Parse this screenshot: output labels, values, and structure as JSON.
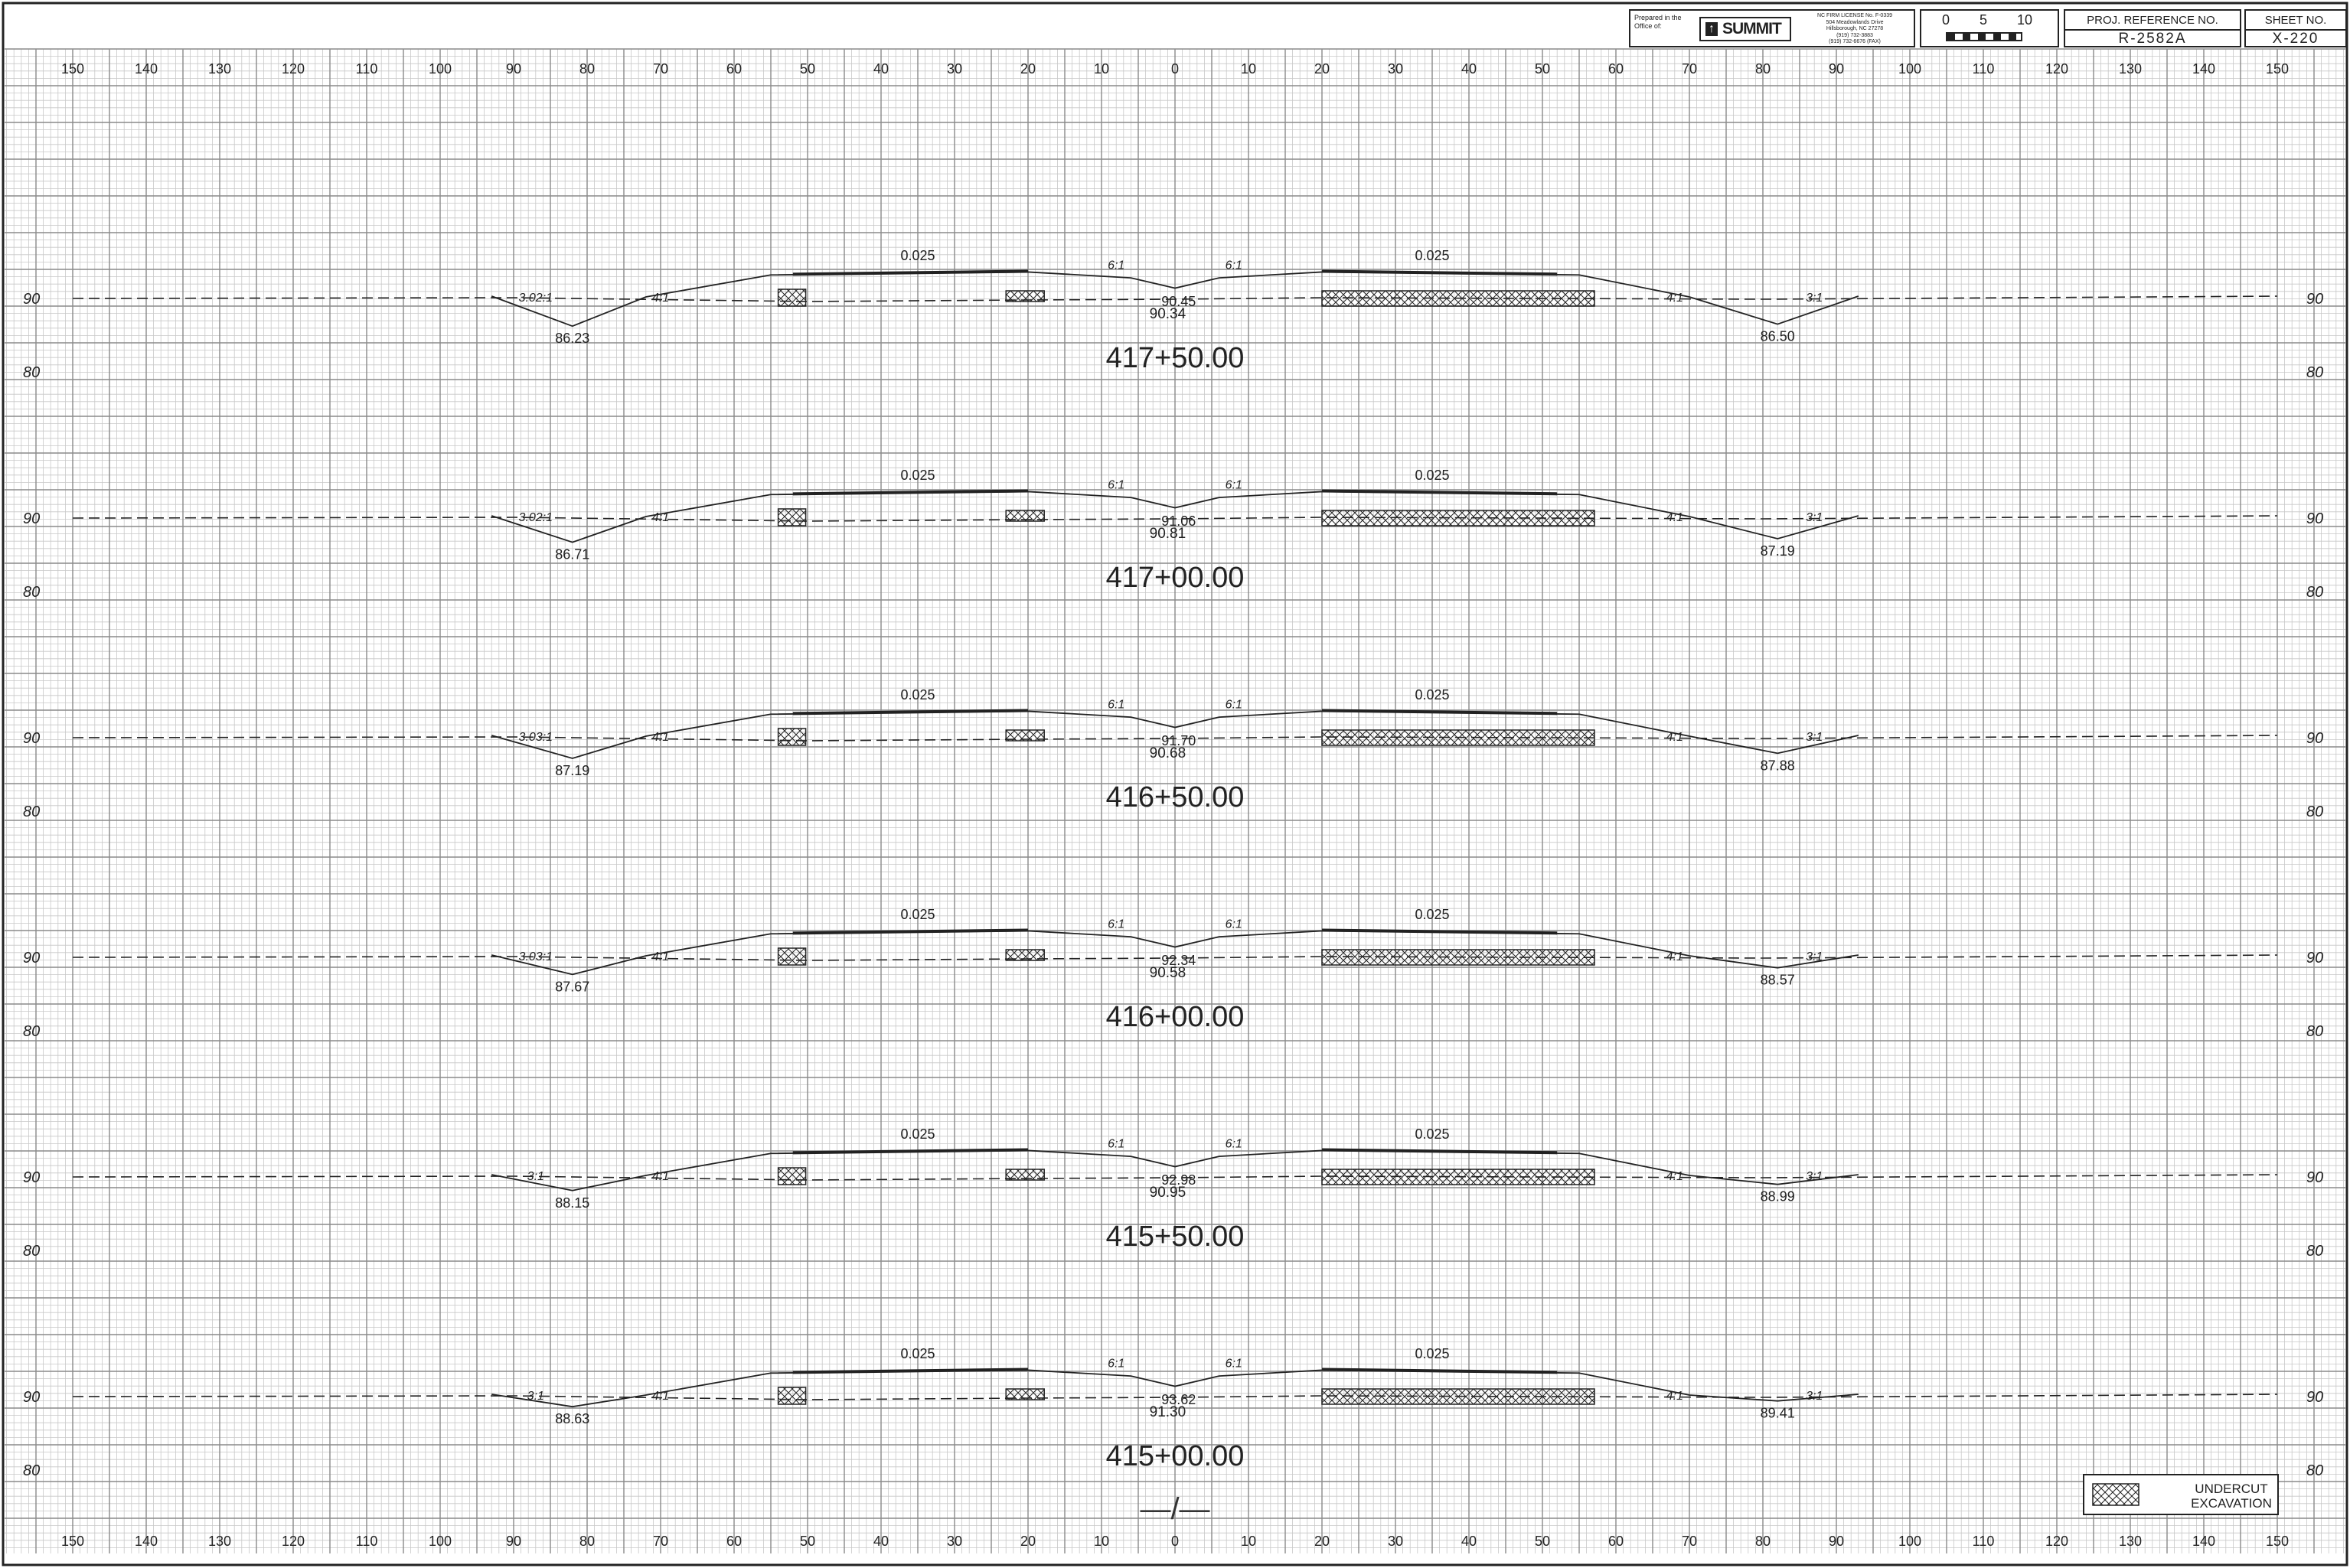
{
  "title_block": {
    "prepared_line1": "Prepared in the",
    "prepared_line2": "Office of:",
    "company_name": "SUMMIT",
    "license_lines": [
      "NC FIRM LICENSE No. F-0339",
      "504 Meadowlands Drive",
      "Hillsborough, NC 27278",
      "(919) 732-3883",
      "(919) 732-6676 (FAX)"
    ],
    "scale_labels": [
      "0",
      "5",
      "10"
    ],
    "proj_ref_label": "PROJ. REFERENCE NO.",
    "proj_ref_value": "R-2582A",
    "sheet_label": "SHEET NO.",
    "sheet_value": "X-220"
  },
  "offset_labels": [
    "150",
    "140",
    "130",
    "120",
    "110",
    "100",
    "90",
    "80",
    "70",
    "60",
    "50",
    "40",
    "30",
    "20",
    "10",
    "0",
    "10",
    "20",
    "30",
    "40",
    "50",
    "60",
    "70",
    "80",
    "90",
    "100",
    "110",
    "120",
    "130",
    "140",
    "150"
  ],
  "elevation_labels": [
    "90",
    "80"
  ],
  "sections": [
    {
      "station": "417+50.00",
      "cross_slope_left": "0.025",
      "cross_slope_right": "0.025",
      "slope_labels": [
        "3.02:1",
        "4:1",
        "6:1",
        "6:1",
        "4:1",
        "3:1"
      ],
      "elev_left_ditch": "86.23",
      "elev_center": "90.34",
      "elev_center_2": "90.45",
      "elev_right_ditch": "86.50"
    },
    {
      "station": "417+00.00",
      "cross_slope_left": "0.025",
      "cross_slope_right": "0.025",
      "slope_labels": [
        "3.02:1",
        "4:1",
        "6:1",
        "6:1",
        "4:1",
        "3:1"
      ],
      "elev_left_ditch": "86.71",
      "elev_center": "90.81",
      "elev_center_2": "91.06",
      "elev_right_ditch": "87.19"
    },
    {
      "station": "416+50.00",
      "cross_slope_left": "0.025",
      "cross_slope_right": "0.025",
      "slope_labels": [
        "3.03:1",
        "4:1",
        "6:1",
        "6:1",
        "4:1",
        "3:1"
      ],
      "elev_left_ditch": "87.19",
      "elev_center": "90.68",
      "elev_center_2": "91.70",
      "elev_right_ditch": "87.88"
    },
    {
      "station": "416+00.00",
      "cross_slope_left": "0.025",
      "cross_slope_right": "0.025",
      "slope_labels": [
        "3.03:1",
        "4:1",
        "6:1",
        "6:1",
        "4:1",
        "3:1"
      ],
      "elev_left_ditch": "87.67",
      "elev_center": "90.58",
      "elev_center_2": "92.34",
      "elev_right_ditch": "88.57"
    },
    {
      "station": "415+50.00",
      "cross_slope_left": "0.025",
      "cross_slope_right": "0.025",
      "slope_labels": [
        "3:1",
        "4:1",
        "6:1",
        "6:1",
        "4:1",
        "3:1"
      ],
      "elev_left_ditch": "88.15",
      "elev_center": "90.95",
      "elev_center_2": "92.98",
      "elev_right_ditch": "88.99"
    },
    {
      "station": "415+00.00",
      "cross_slope_left": "0.025",
      "cross_slope_right": "0.025",
      "slope_labels": [
        "3:1",
        "4:1",
        "6:1",
        "6:1",
        "4:1",
        "3:1"
      ],
      "elev_left_ditch": "88.63",
      "elev_center": "91.30",
      "elev_center_2": "93.62",
      "elev_right_ditch": "89.41"
    }
  ],
  "footer_mark": "—/—",
  "legend": {
    "line1": "UNDERCUT",
    "line2": "EXCAVATION"
  },
  "colors": {
    "grid_minor": "#c8c8c8",
    "grid_major": "#8a8a8a",
    "ink": "#222222"
  }
}
